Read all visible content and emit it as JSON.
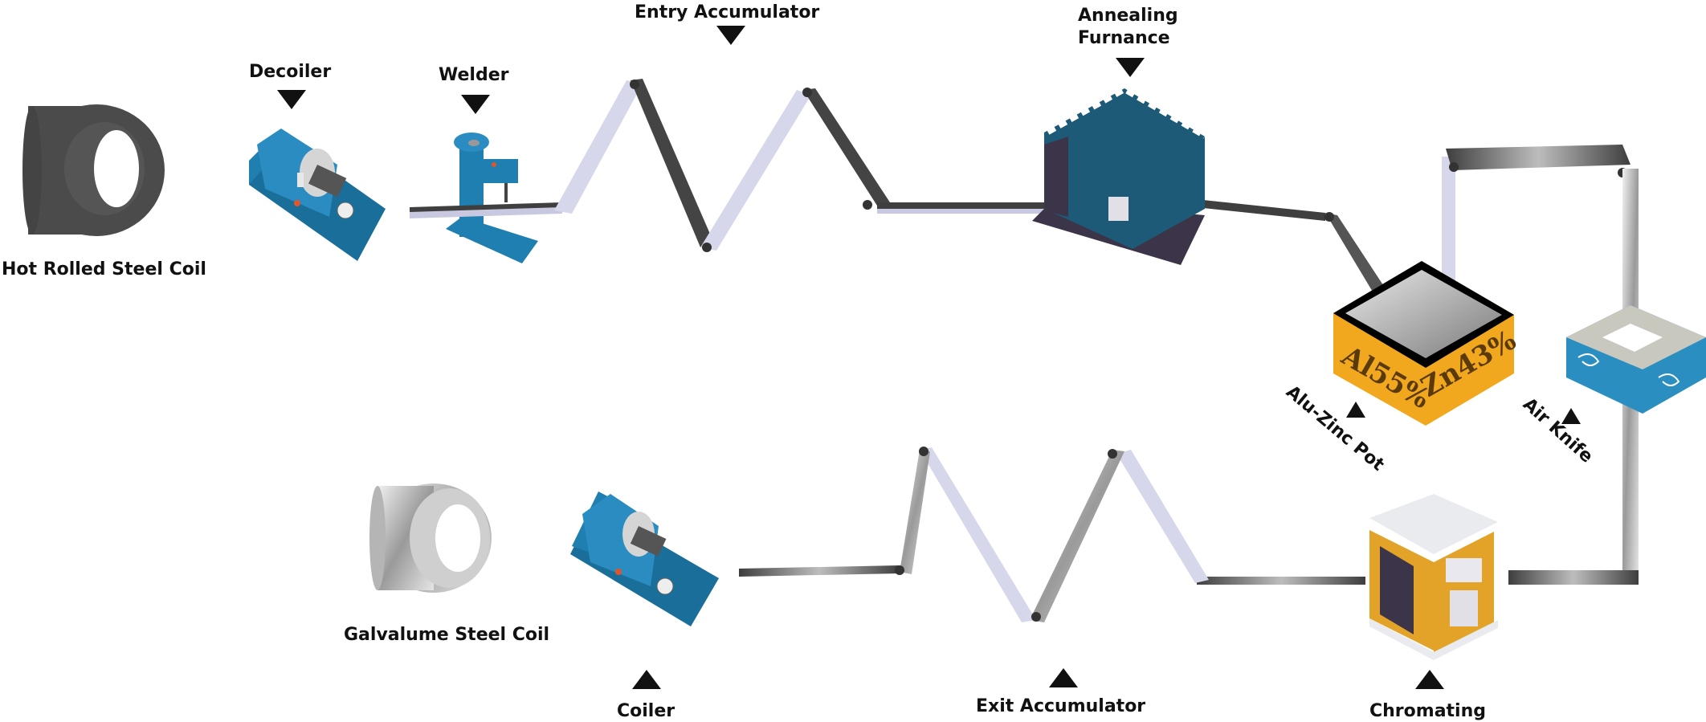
{
  "title": "Galvalume Steel Production Line",
  "labels": {
    "hot_rolled_coil": "Hot Rolled Steel Coil",
    "decoiler": "Decoiler",
    "welder": "Welder",
    "entry_accumulator": "Entry Accumulator",
    "annealing_furnace_line1": "Annealing",
    "annealing_furnace_line2": "Furnance",
    "alu_zinc_pot": "Alu-Zinc Pot",
    "air_knife": "Air Knife",
    "chromating": "Chromating",
    "exit_accumulator": "Exit Accumulator",
    "coiler": "Coiler",
    "galvalume_coil": "Galvalume Steel Coil"
  },
  "pot_composition": {
    "al": "Al55%",
    "zn": "Zn43%"
  },
  "colors": {
    "machine_blue": "#1f7fb0",
    "furnace_teal": "#1d5a78",
    "pot_orange": "#f2a81e",
    "air_knife_blue": "#2a8fc0",
    "strip_dark": "#4a4a4a",
    "strip_light": "#d8d8ec"
  }
}
